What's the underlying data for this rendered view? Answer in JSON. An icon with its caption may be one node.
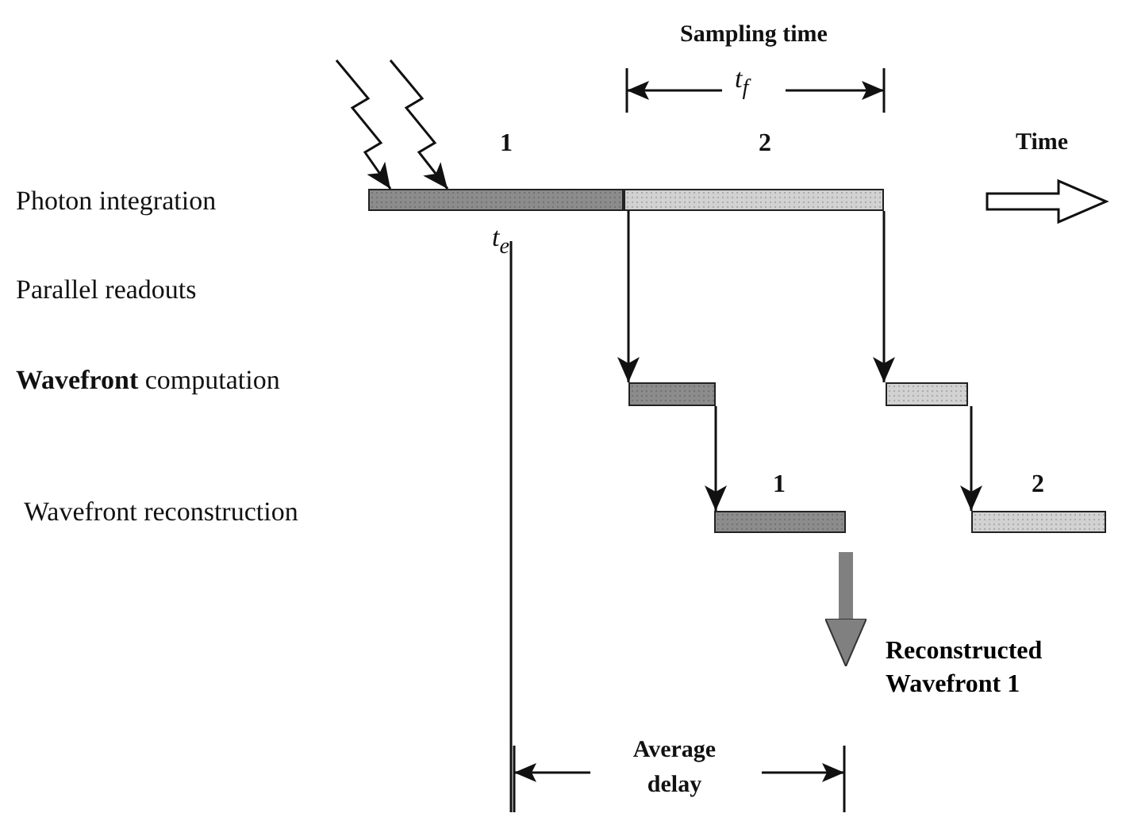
{
  "diagram": {
    "nodes": [
      {
        "text": [],
        "shape": "bar",
        "beside": [
          "1"
        ]
      },
      {
        "text": [],
        "shape": "bar",
        "beside": [
          "2"
        ]
      },
      {
        "text": [],
        "shape": "bar"
      },
      {
        "text": [],
        "shape": "bar"
      },
      {
        "text": [],
        "shape": "bar",
        "beside": [
          "1"
        ]
      },
      {
        "text": [],
        "shape": "bar",
        "beside": [
          "2"
        ]
      },
      {
        "text": [
          "Reconstructed Wavefront 1"
        ]
      }
    ],
    "edges": [
      {
        "from": null,
        "to": 0,
        "arrow": "to"
      },
      {
        "from": null,
        "to": 0,
        "arrow": "to"
      },
      {
        "from": 0,
        "to": 2,
        "arrow": "to"
      },
      {
        "from": 1,
        "to": 3,
        "arrow": "to"
      },
      {
        "from": 2,
        "to": 4,
        "arrow": "to"
      },
      {
        "from": 3,
        "to": 5,
        "arrow": "to"
      },
      {
        "from": 4,
        "to": 6,
        "arrow": "to",
        "style": "thick",
        "color": "#808080"
      }
    ],
    "labels": [
      "Sampling time",
      "t$_{f}$",
      "Time",
      "Photon integration",
      "t$_{e}$",
      "Parallel readouts",
      "**Wavefront** computation",
      "Wavefront reconstruction",
      "Average delay"
    ]
  }
}
